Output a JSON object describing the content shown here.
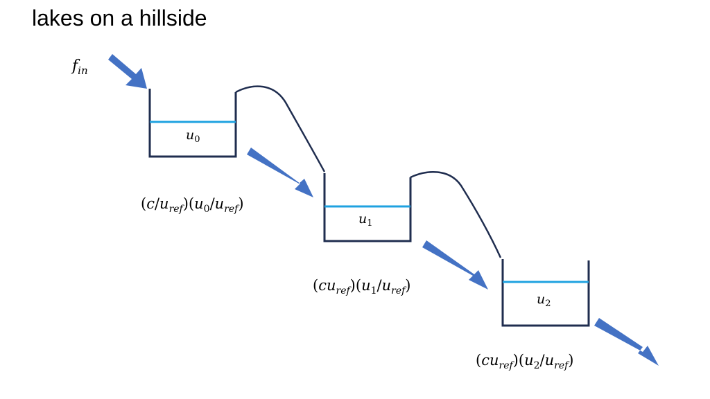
{
  "title": "lakes on a hillside",
  "colors": {
    "outline": "#1f2d4f",
    "water": "#1fa2e0",
    "arrow": "#4472c4"
  },
  "inflow": {
    "symbol": "f",
    "subscript": "in"
  },
  "lakes": [
    {
      "symbol": "u",
      "subscript": "0"
    },
    {
      "symbol": "u",
      "subscript": "1"
    },
    {
      "symbol": "u",
      "subscript": "2"
    }
  ],
  "flows": [
    {
      "label": "(c/u_ref)(u_0/u_ref)"
    },
    {
      "label": "(cu_ref)(u_1/u_ref)"
    },
    {
      "label": "(cu_ref)(u_2/u_ref)"
    }
  ]
}
